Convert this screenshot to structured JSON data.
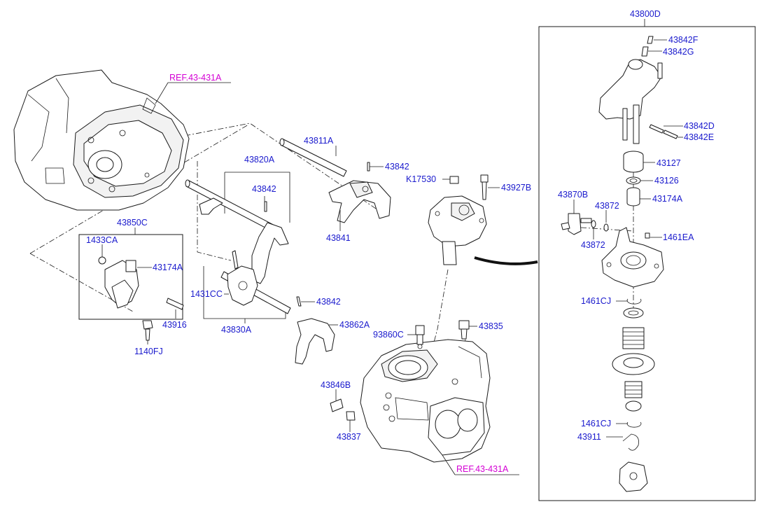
{
  "colors": {
    "callout": "#1a1acd",
    "reference": "#d400d4",
    "line": "#1a1a1a",
    "background": "#ffffff"
  },
  "references": {
    "ref_top": "REF.43-431A",
    "ref_bottom": "REF.43-431A"
  },
  "callouts": {
    "c43800D": "43800D",
    "c43842F": "43842F",
    "c43842G": "43842G",
    "c43842D": "43842D",
    "c43842E": "43842E",
    "c43127": "43127",
    "c43126": "43126",
    "c43174A_r": "43174A",
    "c43870B": "43870B",
    "c43872_a": "43872",
    "c43872_b": "43872",
    "c1461EA": "1461EA",
    "c1461CJ_a": "1461CJ",
    "c1461CJ_b": "1461CJ",
    "c43911": "43911",
    "c43811A": "43811A",
    "c43842_1": "43842",
    "c43820A": "43820A",
    "c43842_2": "43842",
    "c43841": "43841",
    "cK17530": "K17530",
    "c43927B": "43927B",
    "c43850C": "43850C",
    "c1433CA": "1433CA",
    "c43174A_l": "43174A",
    "c43916": "43916",
    "c1140FJ": "1140FJ",
    "c1431CC": "1431CC",
    "c43830A": "43830A",
    "c43842_3": "43842",
    "c43862A": "43862A",
    "c93860C": "93860C",
    "c43835": "43835",
    "c43846B": "43846B",
    "c43837": "43837"
  }
}
